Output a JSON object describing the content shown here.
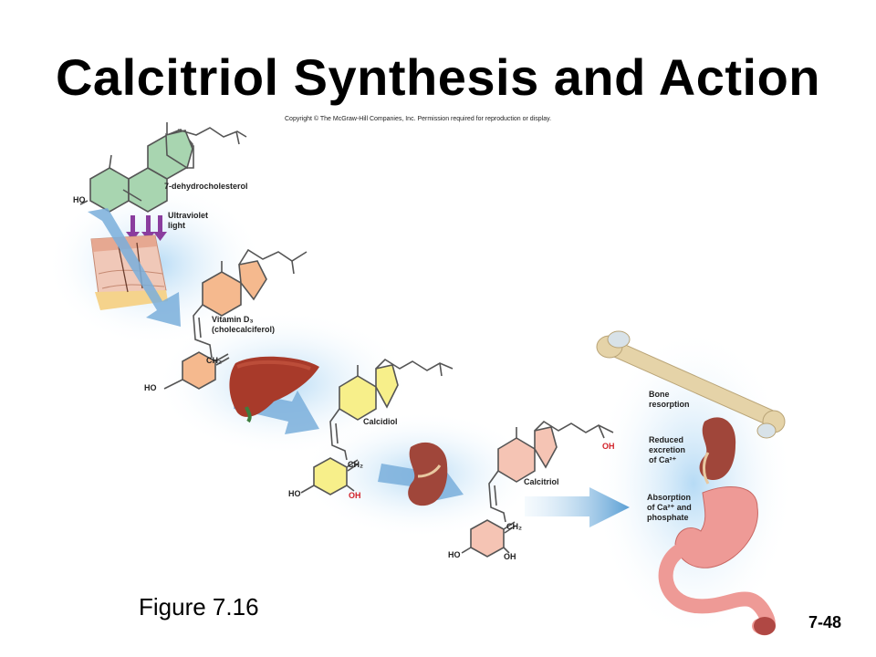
{
  "title": "Calcitriol Synthesis and Action",
  "copyright": "Copyright © The McGraw-Hill Companies, Inc. Permission required for reproduction or display.",
  "labels": {
    "dehydrocholesterol": "7-dehydrocholesterol",
    "uv_line1": "Ultraviolet",
    "uv_line2": "light",
    "vitd_line1": "Vitamin D₃",
    "vitd_line2": "(cholecalciferol)",
    "calcidiol": "Calcidiol",
    "calcitriol": "Calcitriol",
    "bone_line1": "Bone",
    "bone_line2": "resorption",
    "reduced_line1": "Reduced",
    "reduced_line2": "excretion",
    "reduced_line3": "of Ca²⁺",
    "absorption_line1": "Absorption",
    "absorption_line2": "of Ca²⁺ and",
    "absorption_line3": "phosphate"
  },
  "chem": {
    "ho": "HO",
    "oh": "OH",
    "ch2": "CH₂"
  },
  "figure_caption": "Figure 7.16",
  "slide_number": "7-48",
  "colors": {
    "green": "#a8d5b0",
    "orange": "#f5b98e",
    "yellow": "#f7ef8a",
    "pink": "#f5c4b4",
    "arrow": "#6fa8d6",
    "glow": "#cfe6f7",
    "liver": "#a83a2a",
    "kidney": "#a0463a",
    "bone": "#e5d3a8",
    "intestine": "#ee9a96",
    "uv": "#8a3d9e"
  }
}
